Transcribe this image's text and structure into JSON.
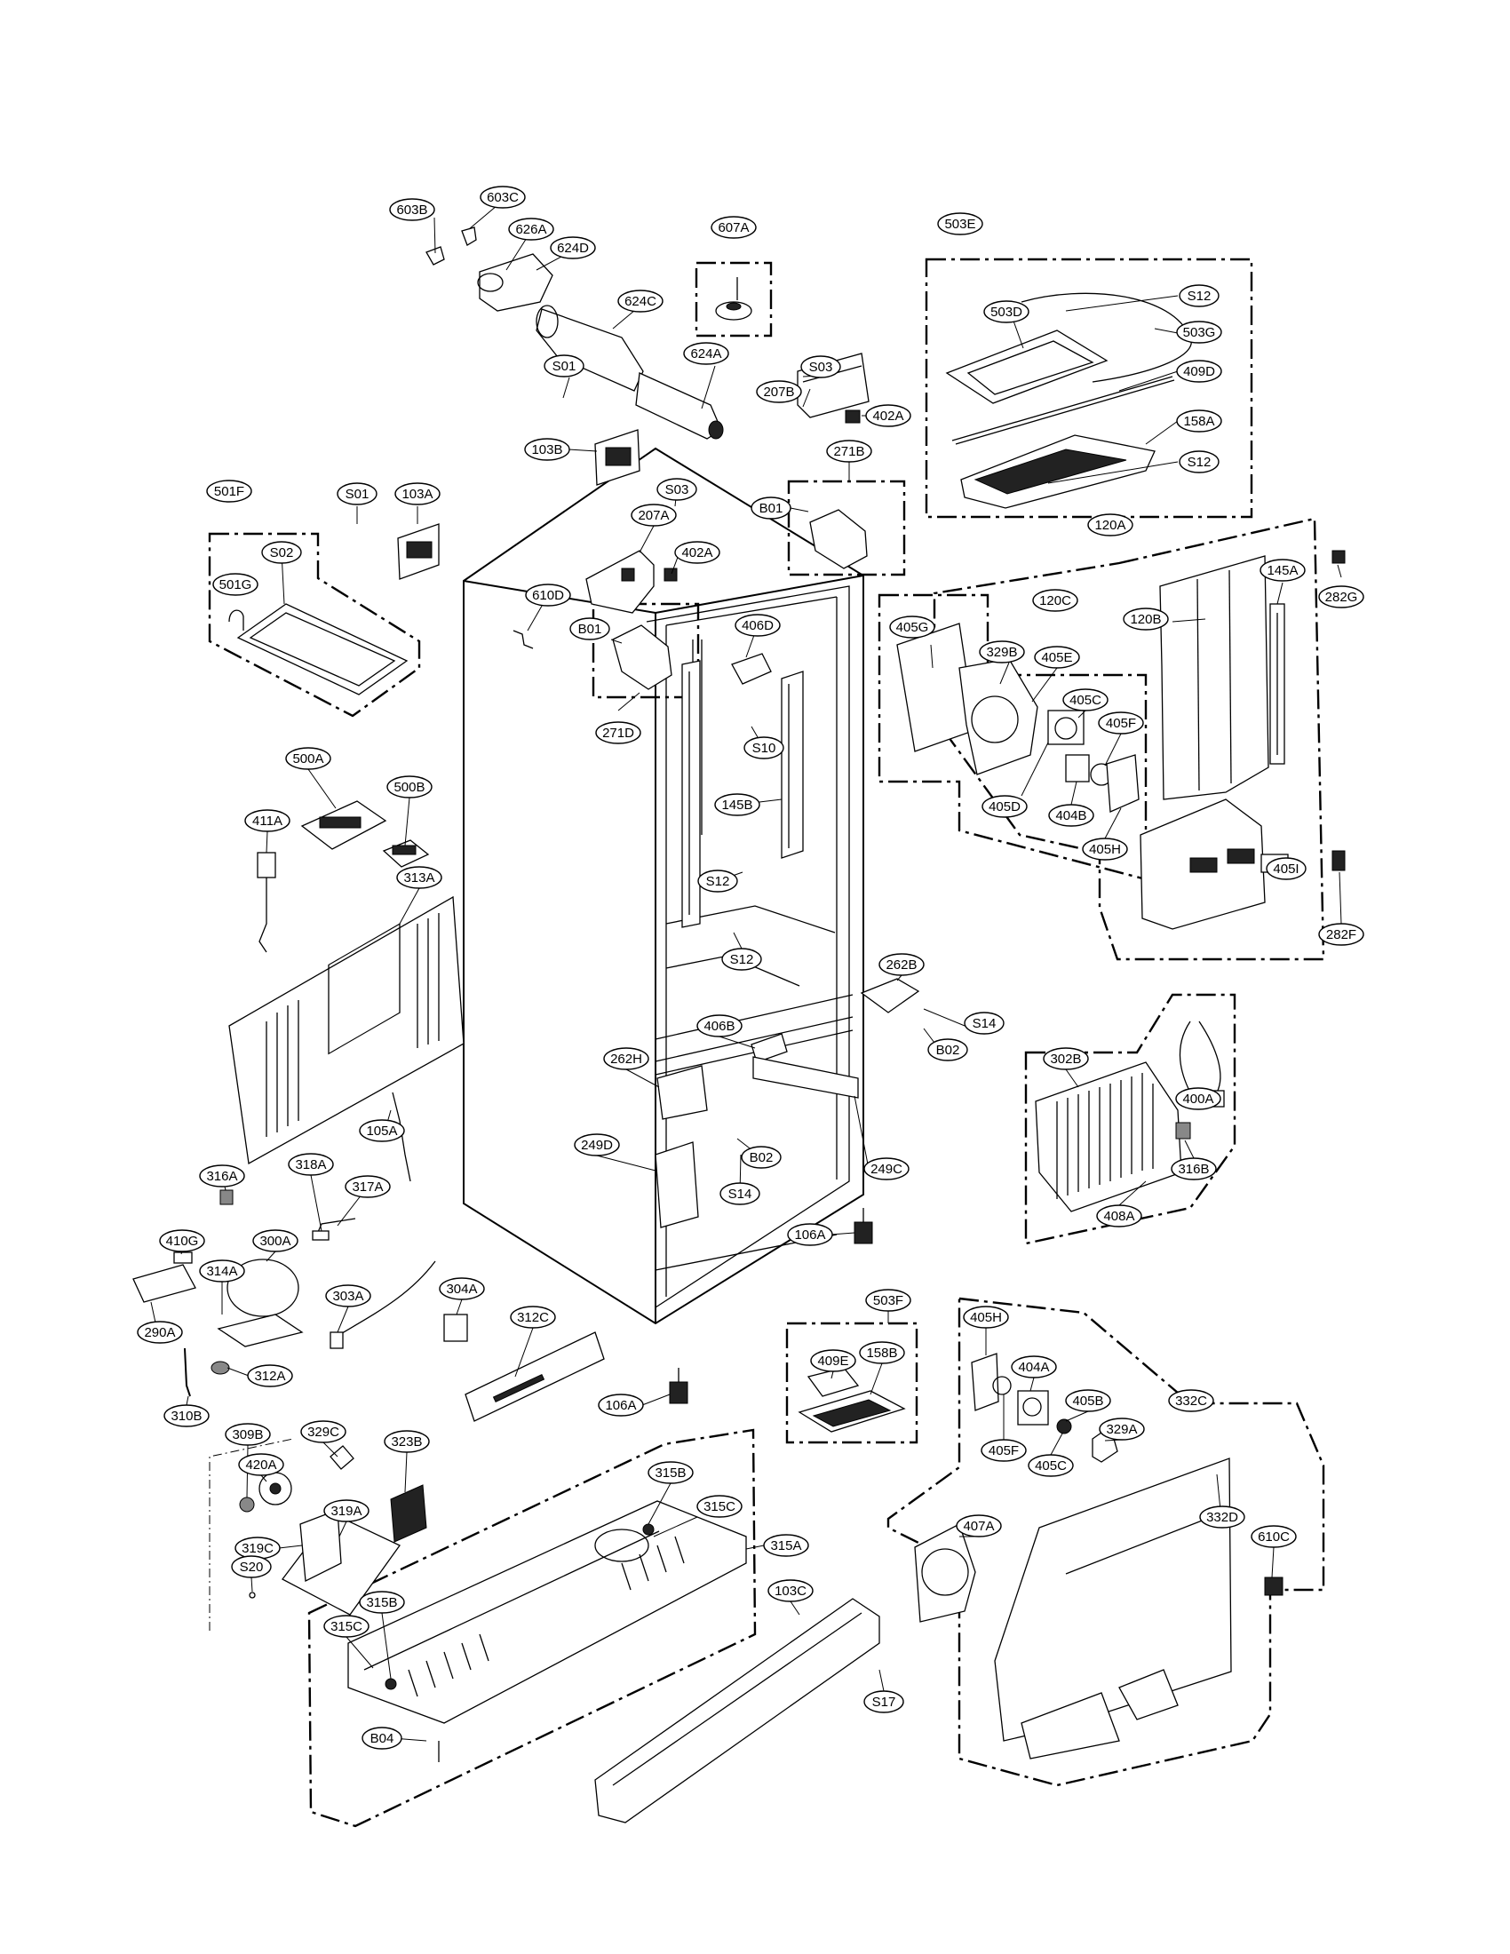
{
  "labels": {
    "l603B": "603B",
    "l603C": "603C",
    "l626A": "626A",
    "l624D": "624D",
    "l607A": "607A",
    "l503E": "503E",
    "l624C": "624C",
    "l624A": "624A",
    "lS01a": "S01",
    "lS03a": "S03",
    "l207B": "207B",
    "l402Aa": "402A",
    "l103B": "103B",
    "l271B": "271B",
    "lB01a": "B01",
    "l501F": "501F",
    "lS01b": "S01",
    "l103A": "103A",
    "lS03b": "S03",
    "l207A": "207A",
    "l402Ab": "402A",
    "lS02": "S02",
    "l610D": "610D",
    "l501G": "501G",
    "lB01b": "B01",
    "l406D": "406D",
    "l271D": "271D",
    "l503D": "503D",
    "lS12a": "S12",
    "l503G": "503G",
    "l409D": "409D",
    "l158A": "158A",
    "lS12b": "S12",
    "l120A": "120A",
    "l282G": "282G",
    "l145A": "145A",
    "l120C": "120C",
    "l405G": "405G",
    "l329B": "329B",
    "l405E": "405E",
    "l120B": "120B",
    "l405C": "405C",
    "l405F": "405F",
    "l405D": "405D",
    "l404B": "404B",
    "l405H": "405H",
    "l405I": "405I",
    "l282F": "282F",
    "l500A": "500A",
    "l500B": "500B",
    "l411A": "411A",
    "l313A": "313A",
    "lS10": "S10",
    "l145B": "145B",
    "lS12c": "S12",
    "lS12d": "S12",
    "l262B": "262B",
    "lS14a": "S14",
    "lB02a": "B02",
    "l406B": "406B",
    "l262H": "262H",
    "l302B": "302B",
    "l400A": "400A",
    "l316B": "316B",
    "l408A": "408A",
    "l105A": "105A",
    "l249D": "249D",
    "lB02b": "B02",
    "lS14b": "S14",
    "l249C": "249C",
    "l316A": "316A",
    "l318A": "318A",
    "l317A": "317A",
    "l410G": "410G",
    "l314A": "314A",
    "l300A": "300A",
    "l106Aa": "106A",
    "l290A": "290A",
    "l303A": "303A",
    "l304A": "304A",
    "l312C": "312C",
    "l312A": "312A",
    "l503F": "503F",
    "l409E": "409E",
    "l158B": "158B",
    "l106Ab": "106A",
    "l310B": "310B",
    "l405Hb": "405H",
    "l404A": "404A",
    "l332C": "332C",
    "l309B": "309B",
    "l329C": "329C",
    "l323B": "323B",
    "l405B": "405B",
    "l329A": "329A",
    "l405Fb": "405F",
    "l405Cb": "405C",
    "l420A": "420A",
    "l315B": "315B",
    "l315C": "315C",
    "l319A": "319A",
    "l332D": "332D",
    "l319C": "319C",
    "l315A": "315A",
    "lS20": "S20",
    "l407A": "407A",
    "l610C": "610C",
    "l103C": "103C",
    "l315Bb": "315B",
    "l315Cb": "315C",
    "lS17": "S17",
    "lB04": "B04"
  }
}
